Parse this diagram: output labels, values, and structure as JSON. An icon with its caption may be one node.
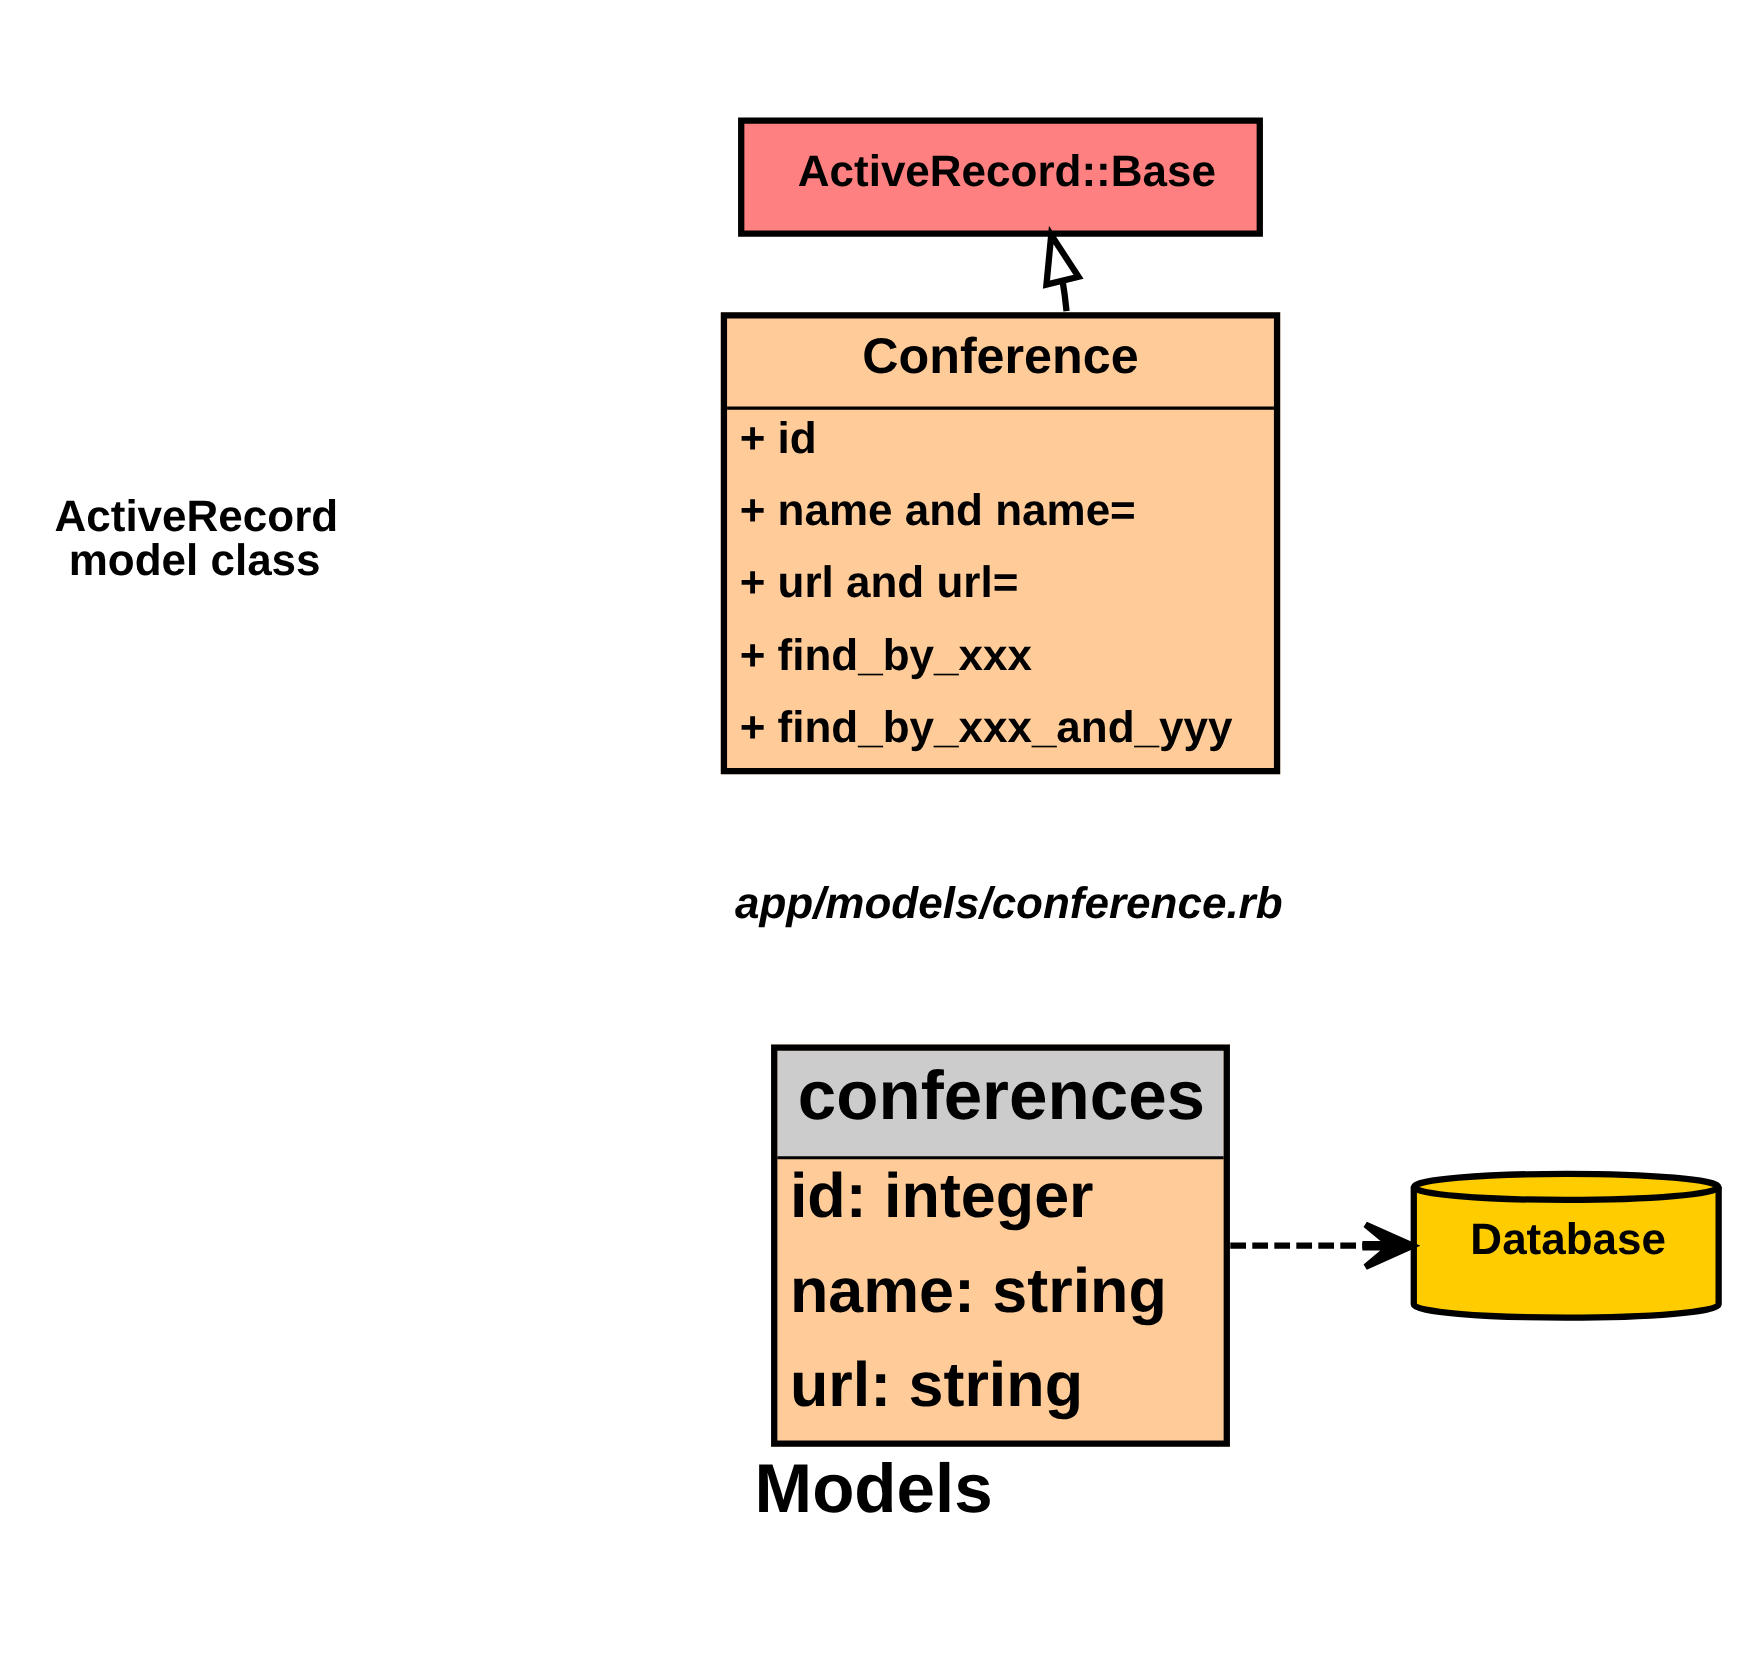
{
  "diagram": {
    "caption": "Models",
    "nodes": [
      {
        "text": [
          "ActiveRecord::Base"
        ]
      },
      {
        "text": [
          "Conference",
          "+ id",
          "+ name and name=",
          "+ url and url=",
          "+ find_by_xxx",
          "+ find_by_xxx_and_yyy"
        ],
        "beside": [
          "app/models/conference.rb"
        ]
      },
      {
        "text": [
          "conferences",
          "id: integer",
          "name: string",
          "url: string"
        ]
      },
      {
        "text": [
          "Database"
        ]
      }
    ],
    "edges": [
      {
        "from": 1,
        "to": 0,
        "arrow": "to"
      },
      {
        "from": 2,
        "to": 3,
        "arrow": "to",
        "style": "dashed"
      }
    ],
    "labels": [
      "ActiveRecord model class"
    ]
  }
}
